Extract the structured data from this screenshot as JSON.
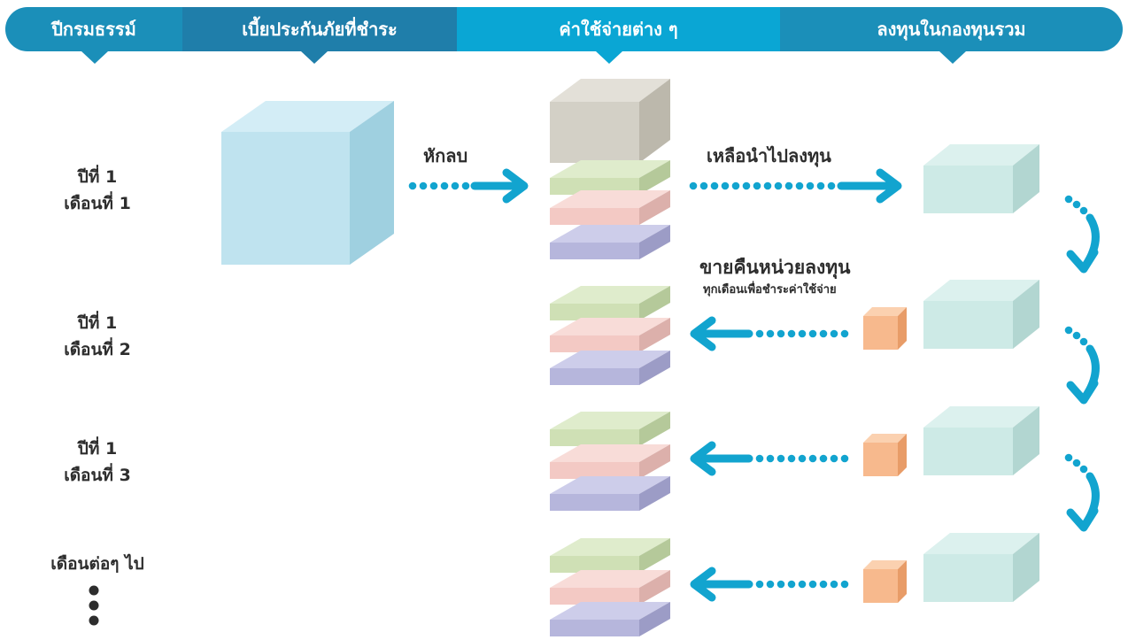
{
  "header": {
    "col1": "ปีกรมธรรม์",
    "col2": "เบี้ยประกันภัยที่ชำระ",
    "col3": "ค่าใช้จ่ายต่าง ๆ",
    "col4": "ลงทุนในกองทุนรวม"
  },
  "rows": {
    "r1_line1": "ปีที่ 1",
    "r1_line2": "เดือนที่ 1",
    "r2_line1": "ปีที่ 1",
    "r2_line2": "เดือนที่ 2",
    "r3_line1": "ปีที่ 1",
    "r3_line2": "เดือนที่ 3",
    "r4_line1": "เดือนต่อๆ ไป"
  },
  "labels": {
    "deduct": "หักลบ",
    "remaining": "เหลือนำไปลงทุน",
    "redeem": "ขายคืนหน่วยลงทุน",
    "redeem_sub": "ทุกเดือนเพื่อชำระค่าใช้จ่าย"
  },
  "colors": {
    "header_dark": "#1b8fb9",
    "header_light": "#0aa6d4",
    "arrow": "#12a4cf",
    "premium_box": "#bfe3ef",
    "gray_box": "#d3d0c6",
    "green_layer": "#cfe0b5",
    "pink_layer": "#f3c9c4",
    "purple_layer": "#b6b6dc",
    "fund_box": "#cdeae6",
    "orange_box": "#f7b98d"
  }
}
